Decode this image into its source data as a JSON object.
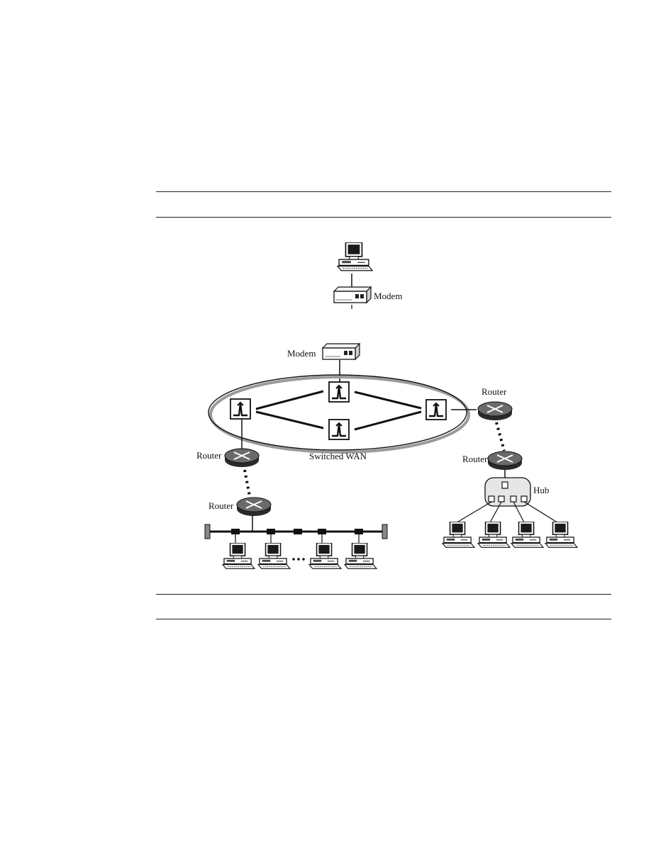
{
  "labels": {
    "modem_top": "Modem",
    "modem_wan": "Modem",
    "switched_wan": "Switched WAN",
    "router_right_upper": "Router",
    "router_right_lower": "Router",
    "router_left_upper": "Router",
    "router_left_lower": "Router",
    "hub": "Hub"
  },
  "icons": {
    "computer": "computer-icon",
    "modem": "modem-icon",
    "switch": "switch-icon",
    "router": "router-icon",
    "hub": "hub-icon"
  }
}
